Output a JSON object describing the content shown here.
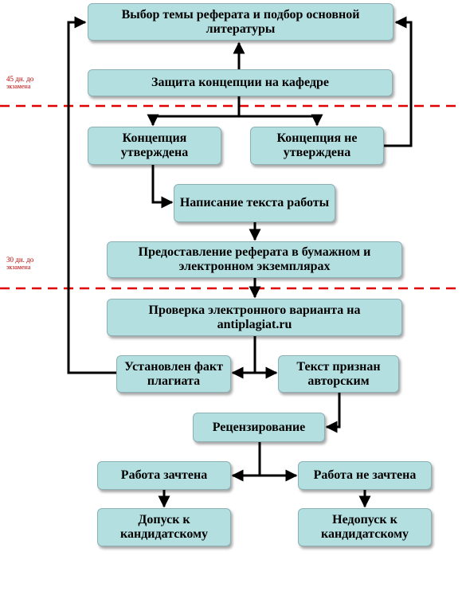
{
  "boxes": {
    "topic": "Выбор темы реферата и подбор основной литературы",
    "defense": "Защита концепции на кафедре",
    "approved": "Концепция утверждена",
    "not_approved": "Концепция не утверждена",
    "writing": "Написание текста работы",
    "submission": "Предоставление реферата в бумажном и электронном экземплярах",
    "check": "Проверка электронного варианта на antiplagiat.ru",
    "plagiarism": "Установлен факт плагиата",
    "original": "Текст признан авторским",
    "review": "Рецензирование",
    "passed": "Работа зачтена",
    "failed": "Работа не зачтена",
    "admitted": "Допуск к кандидатскому",
    "not_admitted": "Недопуск к кандидатскому"
  },
  "notes": {
    "deadline45": "45 дн. до",
    "deadline45_sub": "экзамена",
    "deadline30": "30 дн. до",
    "deadline30_sub": "экзамена"
  },
  "colors": {
    "box_fill": "#b4dfe1",
    "arrow": "#000000",
    "dash_line": "#e00000",
    "note_text": "#c00000"
  }
}
